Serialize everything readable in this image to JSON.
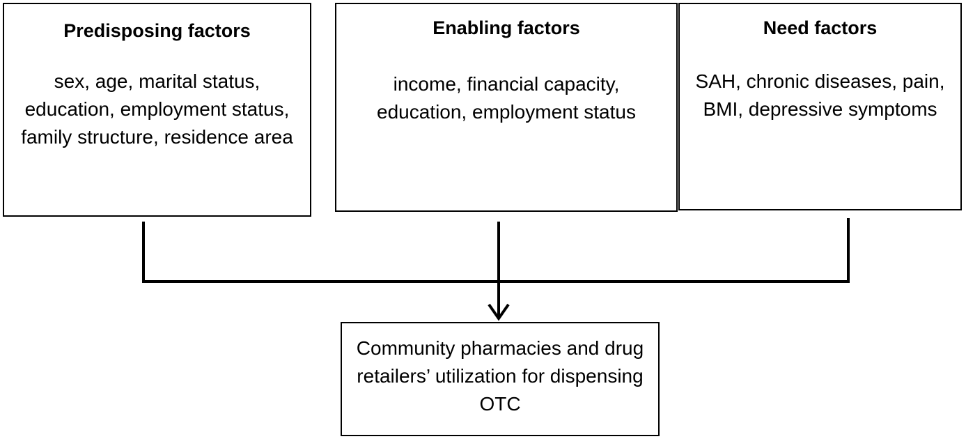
{
  "boxes": {
    "predisposing": {
      "title": "Predisposing factors",
      "body": "sex, age, marital status, education, employment status, family structure, residence area"
    },
    "enabling": {
      "title": "Enabling factors",
      "body": "income, financial capacity, education, employment status"
    },
    "need": {
      "title": "Need factors",
      "body": "SAH, chronic diseases, pain, BMI, depressive symptoms"
    },
    "outcome": {
      "body": "Community pharmacies and drug retailers’ utilization for dispensing OTC"
    }
  },
  "colors": {
    "line": "#000000",
    "border": "#000000",
    "background": "#ffffff"
  }
}
